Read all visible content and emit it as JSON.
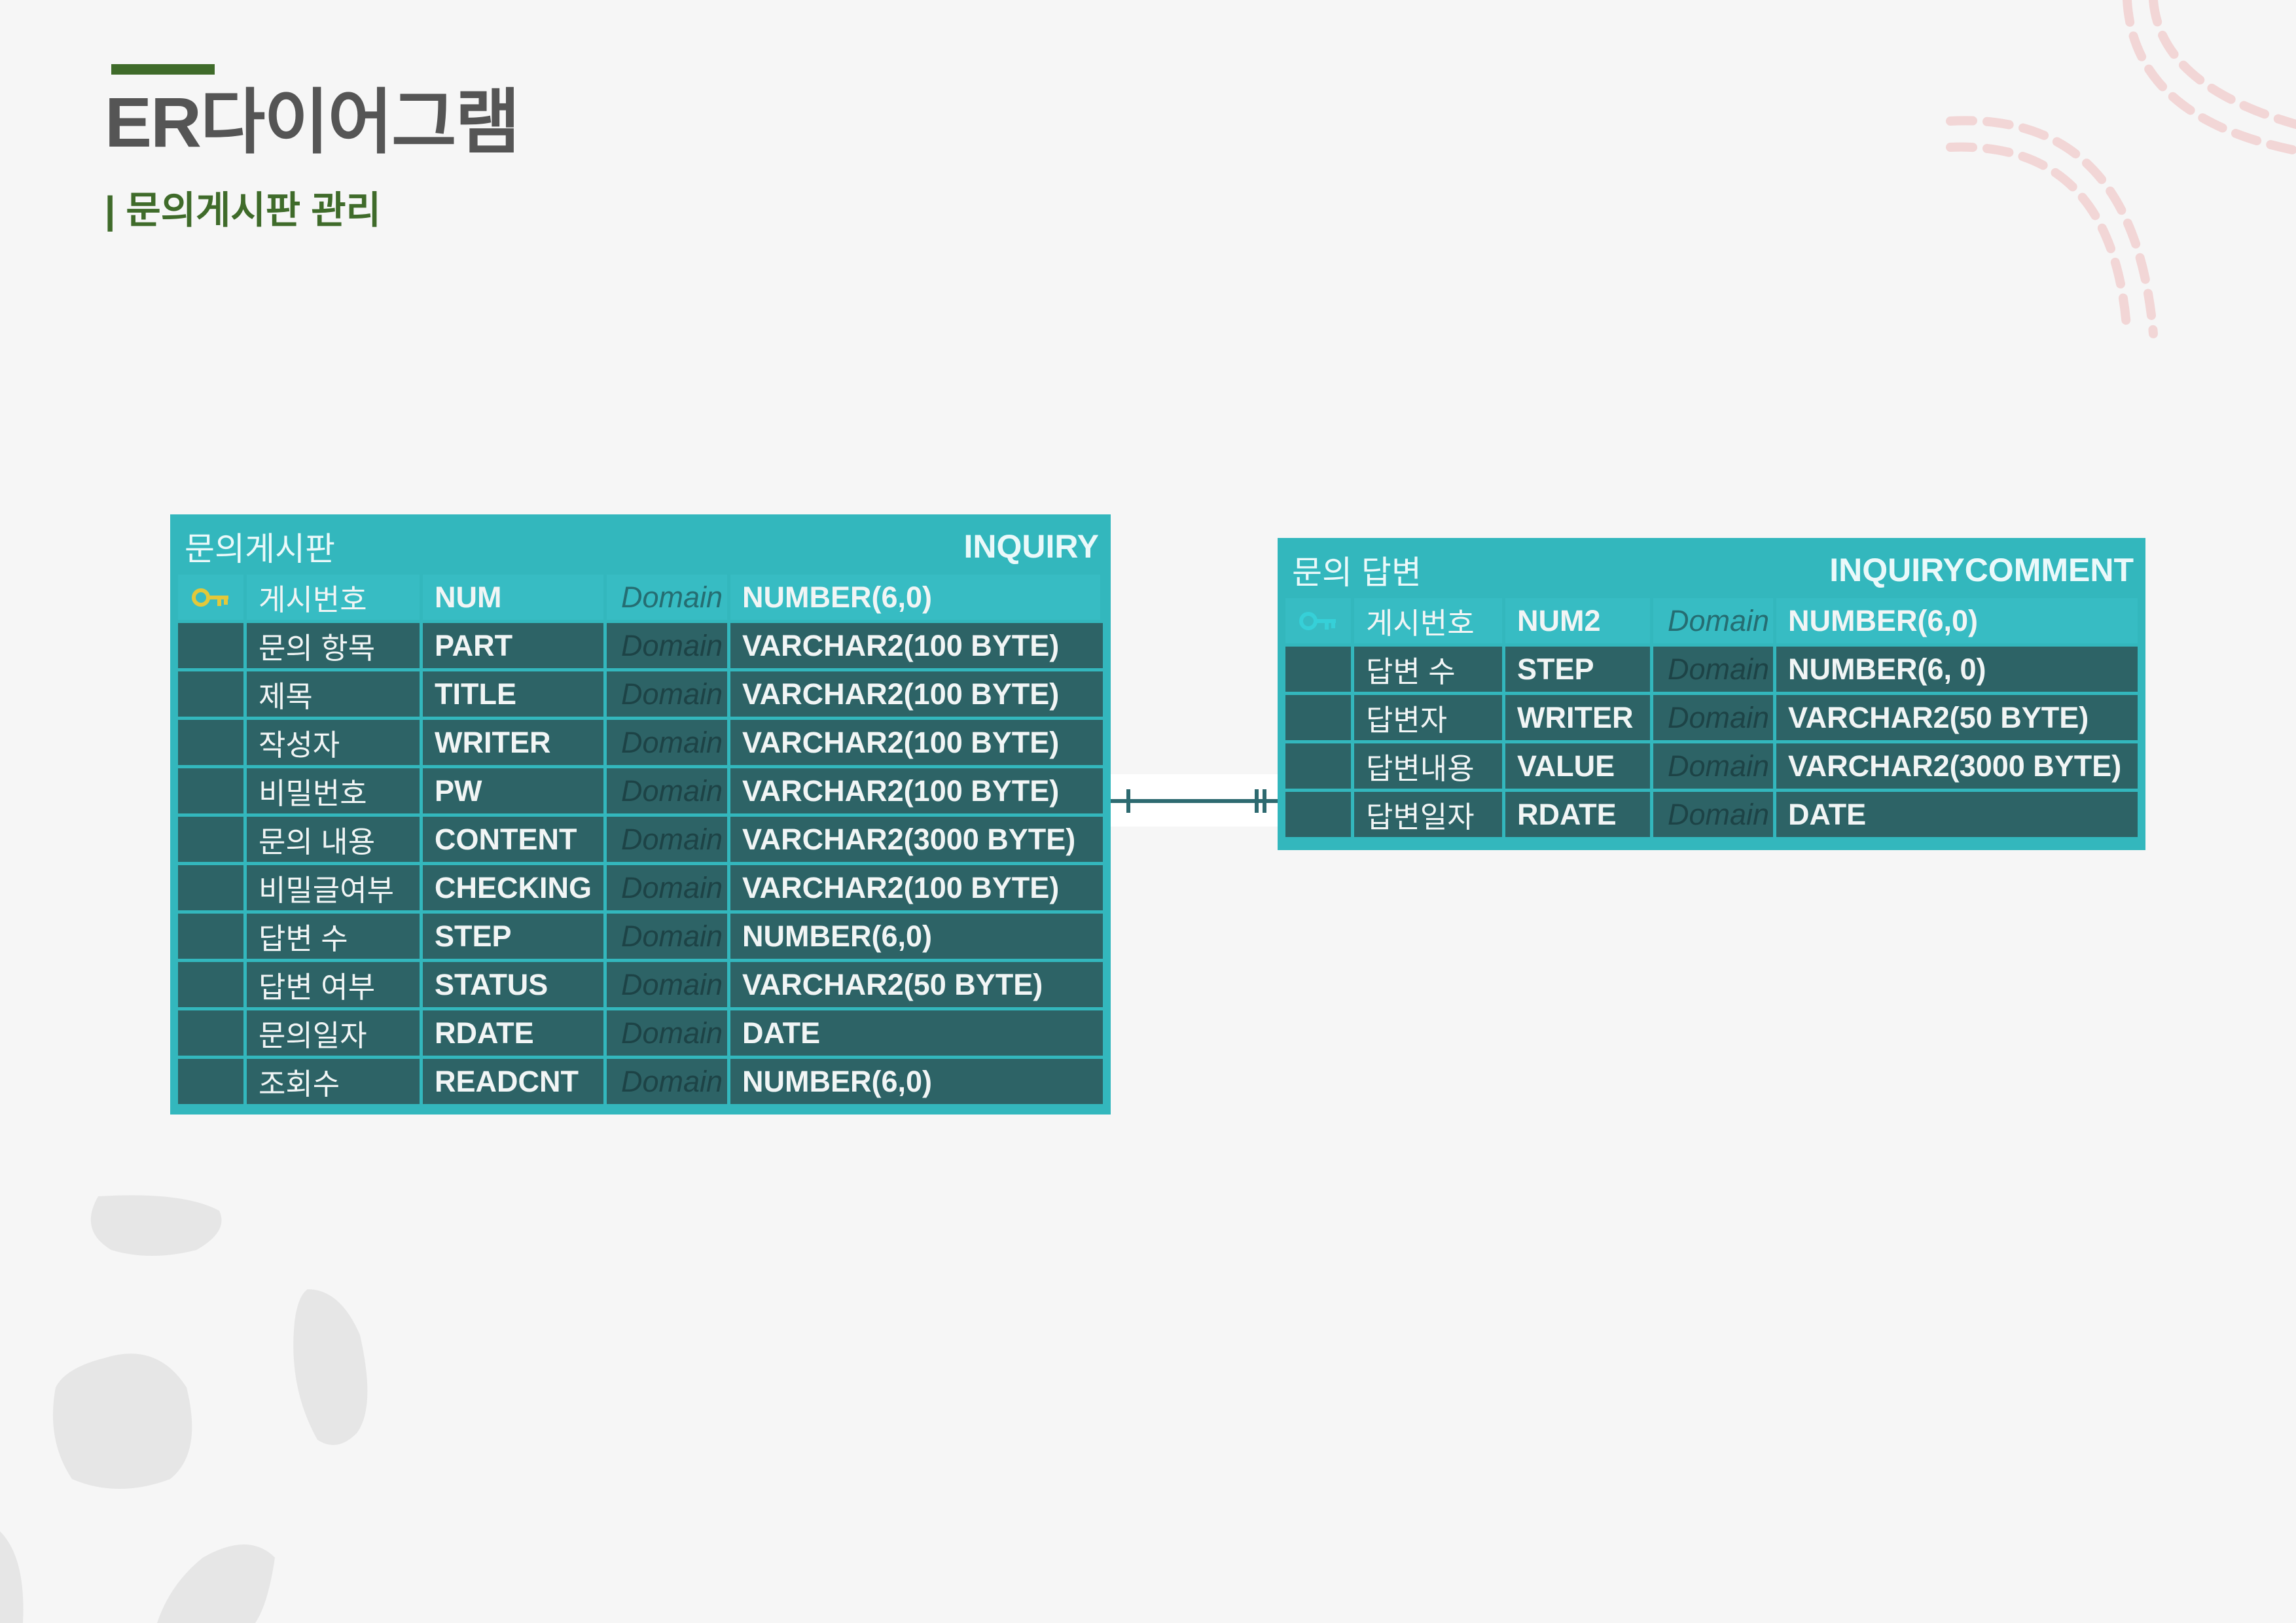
{
  "header": {
    "title": "ER다이어그램",
    "subtitle": "| 문의게시판 관리"
  },
  "colors": {
    "accent_green": "#3f6b2a",
    "entity_header": "#33b7bd",
    "row_dark": "#2d6366",
    "pk_row": "#37bcc3",
    "key_icon_gold": "#e3c83a",
    "key_icon_cyan": "#36d0d8",
    "decoration_pink": "#f2d6d6",
    "decoration_gray": "#e6e6e6"
  },
  "entities": [
    {
      "logical_name": "문의게시판",
      "physical_name": "INQUIRY",
      "key_icon": "gold-key-icon",
      "columns": [
        {
          "pk": true,
          "logical": "게시번호",
          "physical": "NUM",
          "domain": "Domain",
          "type": "NUMBER(6,0)"
        },
        {
          "pk": false,
          "logical": "문의 항목",
          "physical": "PART",
          "domain": "Domain",
          "type": "VARCHAR2(100 BYTE)"
        },
        {
          "pk": false,
          "logical": "제목",
          "physical": "TITLE",
          "domain": "Domain",
          "type": "VARCHAR2(100 BYTE)"
        },
        {
          "pk": false,
          "logical": "작성자",
          "physical": "WRITER",
          "domain": "Domain",
          "type": "VARCHAR2(100 BYTE)"
        },
        {
          "pk": false,
          "logical": "비밀번호",
          "physical": "PW",
          "domain": "Domain",
          "type": "VARCHAR2(100 BYTE)"
        },
        {
          "pk": false,
          "logical": "문의 내용",
          "physical": "CONTENT",
          "domain": "Domain",
          "type": "VARCHAR2(3000 BYTE)"
        },
        {
          "pk": false,
          "logical": "비밀글여부",
          "physical": "CHECKING",
          "domain": "Domain",
          "type": "VARCHAR2(100 BYTE)"
        },
        {
          "pk": false,
          "logical": "답변 수",
          "physical": "STEP",
          "domain": "Domain",
          "type": "NUMBER(6,0)"
        },
        {
          "pk": false,
          "logical": "답변 여부",
          "physical": "STATUS",
          "domain": "Domain",
          "type": "VARCHAR2(50 BYTE)"
        },
        {
          "pk": false,
          "logical": "문의일자",
          "physical": "RDATE",
          "domain": "Domain",
          "type": "DATE"
        },
        {
          "pk": false,
          "logical": "조회수",
          "physical": "READCNT",
          "domain": "Domain",
          "type": "NUMBER(6,0)"
        }
      ]
    },
    {
      "logical_name": "문의 답변",
      "physical_name": "INQUIRYCOMMENT",
      "key_icon": "cyan-key-icon",
      "columns": [
        {
          "pk": true,
          "logical": "게시번호",
          "physical": "NUM2",
          "domain": "Domain",
          "type": "NUMBER(6,0)"
        },
        {
          "pk": false,
          "logical": "답변 수",
          "physical": "STEP",
          "domain": "Domain",
          "type": "NUMBER(6, 0)"
        },
        {
          "pk": false,
          "logical": "답변자",
          "physical": "WRITER",
          "domain": "Domain",
          "type": "VARCHAR2(50 BYTE)"
        },
        {
          "pk": false,
          "logical": "답변내용",
          "physical": "VALUE",
          "domain": "Domain",
          "type": "VARCHAR2(3000 BYTE)"
        },
        {
          "pk": false,
          "logical": "답변일자",
          "physical": "RDATE",
          "domain": "Domain",
          "type": "DATE"
        }
      ]
    }
  ],
  "relationship": {
    "from": "INQUIRY",
    "to": "INQUIRYCOMMENT",
    "from_end": "one",
    "to_end": "one-and-only-one"
  }
}
